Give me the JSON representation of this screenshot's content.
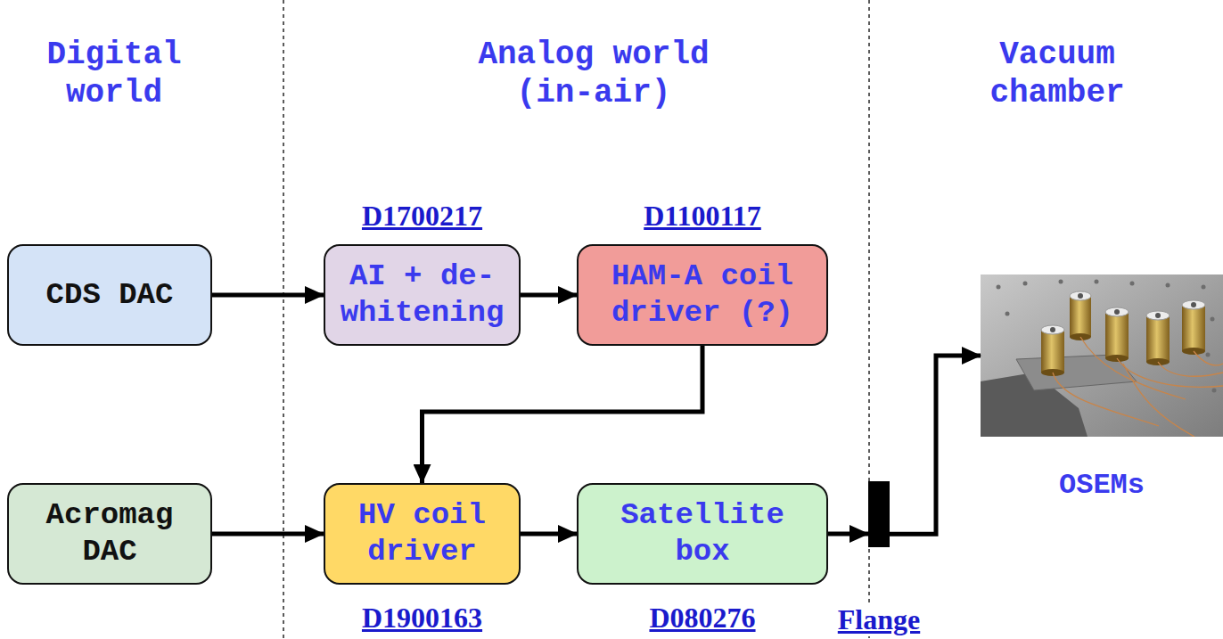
{
  "diagram": {
    "nodes": [
      {
        "text": [
          "CDS DAC"
        ]
      },
      {
        "text": [
          "D1700217",
          "AI + de-whitening"
        ]
      },
      {
        "text": [
          "D1100117",
          "HAM-A coil driver (?)"
        ]
      },
      {
        "text": [
          "Acromag DAC"
        ]
      },
      {
        "text": [
          "HV coil driver",
          "D1900163"
        ]
      },
      {
        "text": [
          "Satellite box",
          "D080276"
        ]
      },
      {
        "text": [
          "Flange"
        ]
      },
      {
        "text": [
          "OSEMs"
        ]
      }
    ],
    "edges": [
      {
        "from": 0,
        "to": 1,
        "arrow": "to"
      },
      {
        "from": 1,
        "to": 2,
        "arrow": "to"
      },
      {
        "from": 2,
        "to": 4,
        "arrow": "to"
      },
      {
        "from": 3,
        "to": 4,
        "arrow": "to"
      },
      {
        "from": 4,
        "to": 5,
        "arrow": "to"
      },
      {
        "from": 5,
        "to": 6,
        "arrow": "to"
      },
      {
        "from": 6,
        "to": 7,
        "arrow": "to"
      }
    ],
    "labels": [
      "Digital world",
      "Analog world (in-air)",
      "Vacuum chamber"
    ]
  }
}
